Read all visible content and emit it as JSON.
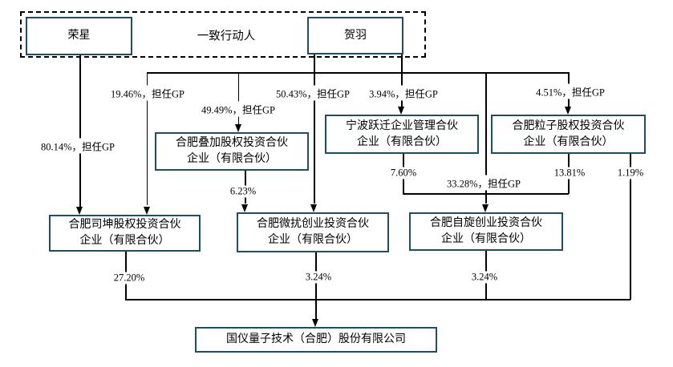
{
  "top_group": {
    "rongxing": "荣星",
    "group_label": "一致行动人",
    "heyu": "贺羽"
  },
  "entities": {
    "diejia": {
      "line1": "合肥叠加股权投资合伙",
      "line2": "企业（有限合伙）"
    },
    "ningbo": {
      "line1": "宁波跃迁企业管理合伙",
      "line2": "企业（有限合伙）"
    },
    "lizi": {
      "line1": "合肥粒子股权投资合伙",
      "line2": "企业（有限合伙）"
    },
    "sikun": {
      "line1": "合肥司坤股权投资合伙",
      "line2": "企业（有限合伙）"
    },
    "weirao": {
      "line1": "合肥微扰创业投资合伙",
      "line2": "企业（有限合伙）"
    },
    "zixuan": {
      "line1": "合肥自旋创业投资合伙",
      "line2": "企业（有限合伙）"
    },
    "guoyi": {
      "name": "国仪量子技术（合肥）股份有限公司"
    }
  },
  "edge_labels": {
    "rongxing_sikun": "80.14%，担任GP",
    "heyu_sikun": "19.46%，担任GP",
    "heyu_diejia": "49.49%，担任GP",
    "heyu_weirao": "50.43%，担任GP",
    "heyu_ningbo": "3.94%，担任GP",
    "heyu_zixuan": "33.28%，担任GP",
    "heyu_lizi": "4.51%，担任GP",
    "diejia_weirao": "6.23%",
    "ningbo_zixuan": "7.60%",
    "lizi_zixuan": "13.81%",
    "lizi_guoyi": "1.19%",
    "sikun_guoyi": "27.20%",
    "weirao_guoyi": "3.24%",
    "zixuan_guoyi": "3.24%"
  },
  "colors": {
    "box_border": "#1f4e63",
    "line": "#000000",
    "background": "#ffffff"
  }
}
